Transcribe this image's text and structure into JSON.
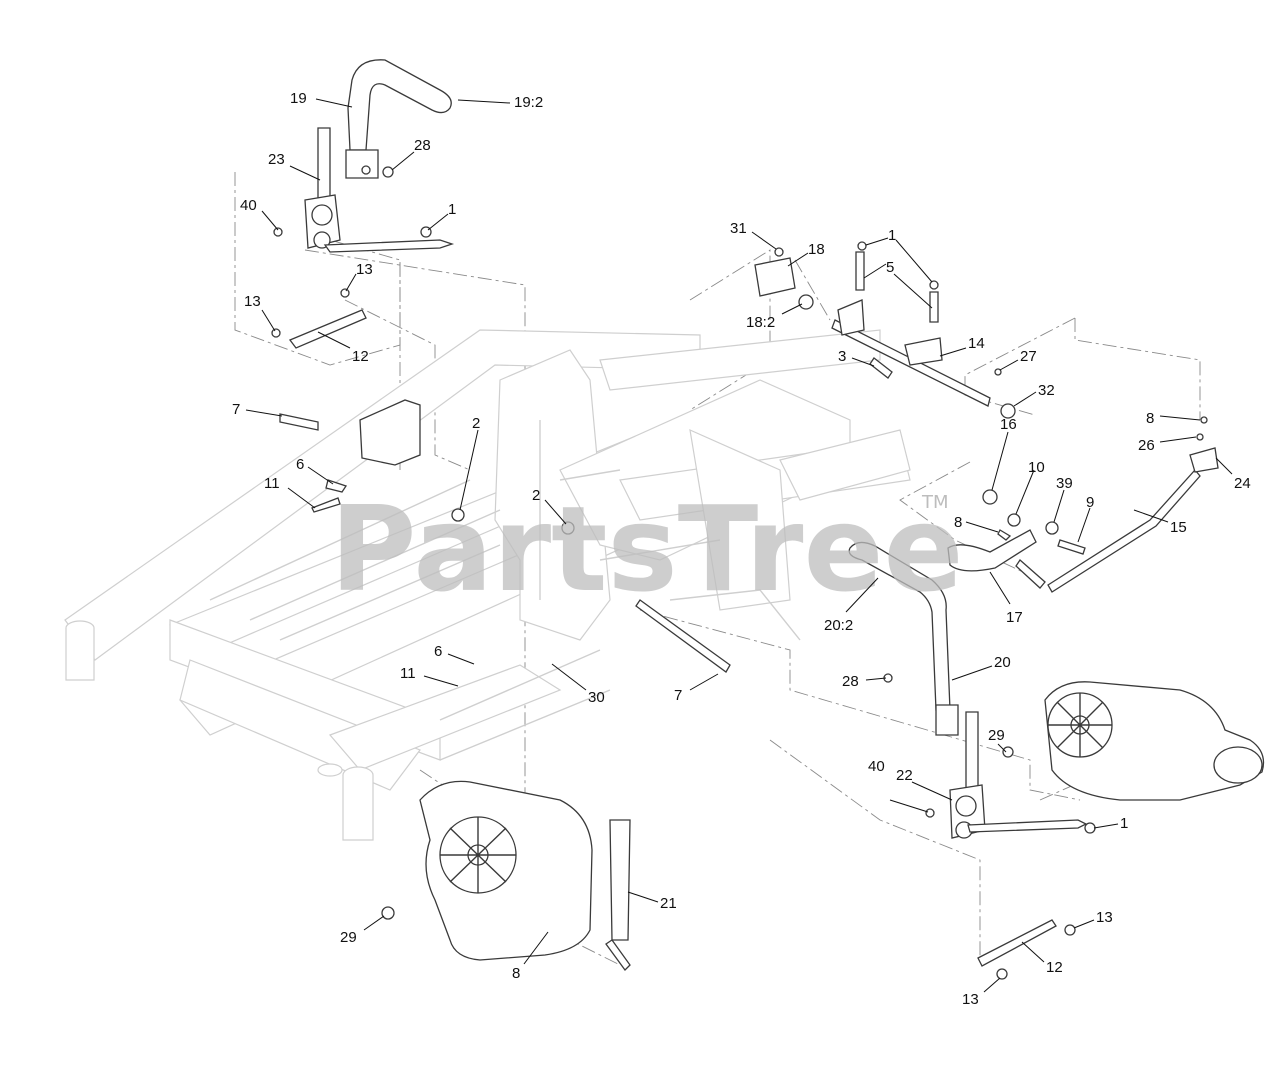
{
  "watermark": {
    "text": "PartsTree",
    "mark": "TM"
  },
  "callouts": [
    {
      "label": "19"
    },
    {
      "label": "19:2"
    },
    {
      "label": "23"
    },
    {
      "label": "28"
    },
    {
      "label": "40"
    },
    {
      "label": "1"
    },
    {
      "label": "13"
    },
    {
      "label": "13"
    },
    {
      "label": "12"
    },
    {
      "label": "7"
    },
    {
      "label": "2"
    },
    {
      "label": "6"
    },
    {
      "label": "11"
    },
    {
      "label": "2"
    },
    {
      "label": "31"
    },
    {
      "label": "18"
    },
    {
      "label": "18:2"
    },
    {
      "label": "1"
    },
    {
      "label": "5"
    },
    {
      "label": "3"
    },
    {
      "label": "14"
    },
    {
      "label": "27"
    },
    {
      "label": "32"
    },
    {
      "label": "8"
    },
    {
      "label": "26"
    },
    {
      "label": "24"
    },
    {
      "label": "16"
    },
    {
      "label": "10"
    },
    {
      "label": "39"
    },
    {
      "label": "9"
    },
    {
      "label": "15"
    },
    {
      "label": "8"
    },
    {
      "label": "17"
    },
    {
      "label": "20:2"
    },
    {
      "label": "6"
    },
    {
      "label": "11"
    },
    {
      "label": "30"
    },
    {
      "label": "7"
    },
    {
      "label": "28"
    },
    {
      "label": "20"
    },
    {
      "label": "29"
    },
    {
      "label": "22"
    },
    {
      "label": "40"
    },
    {
      "label": "1"
    },
    {
      "label": "21"
    },
    {
      "label": "29"
    },
    {
      "label": "8"
    },
    {
      "label": "13"
    },
    {
      "label": "12"
    },
    {
      "label": "13"
    }
  ]
}
